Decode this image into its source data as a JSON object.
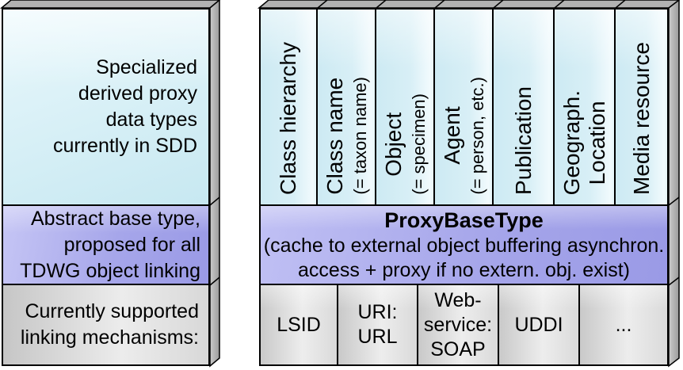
{
  "left_panel": {
    "top_label": "Specialized\nderived proxy\ndata types\ncurrently in SDD",
    "middle_label": "Abstract base type,\nproposed for all\nTDWG object linking",
    "bottom_label": "Currently supported\nlinking mechanisms:"
  },
  "right_panel": {
    "columns": [
      {
        "label": "Class hierarchy",
        "sublabel": ""
      },
      {
        "label": "Class name",
        "sublabel": "(= taxon name)"
      },
      {
        "label": "Object",
        "sublabel": "(= specimen)"
      },
      {
        "label": "Agent",
        "sublabel": "(= person, etc.)"
      },
      {
        "label": "Publication",
        "sublabel": ""
      },
      {
        "label": "Geograph.\nLocation",
        "sublabel": ""
      },
      {
        "label": "Media resource",
        "sublabel": ""
      }
    ],
    "proxy_band": {
      "title": "ProxyBaseType",
      "subtitle": "(cache to external object buffering asynchron.\naccess + proxy if no extern. obj. exist)"
    },
    "mechanisms": [
      {
        "label": "LSID"
      },
      {
        "label": "URI:\nURL"
      },
      {
        "label": "Web-\nservice:\nSOAP"
      },
      {
        "label": "UDDI"
      },
      {
        "label": "..."
      }
    ]
  },
  "colors": {
    "cyan_light": "#e9f8fc",
    "cyan": "#c7e8f1",
    "purple_light": "#c6c6f5",
    "purple": "#a0a0e8",
    "gray_light": "#ececec",
    "gray": "#c8c8c8",
    "bevel_top": "#b2b2b2",
    "outline": "#000000"
  }
}
